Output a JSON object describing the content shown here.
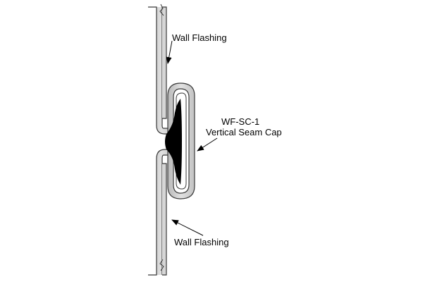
{
  "labels": {
    "wall_flashing_top": "Wall Flashing",
    "seam_cap_code": "WF-SC-1",
    "seam_cap_name": "Vertical Seam Cap",
    "wall_flashing_bottom": "Wall Flashing"
  },
  "colors": {
    "metal_fill": "#c9c9c9",
    "outline": "#3a3a3a",
    "sealant": "#000000",
    "background": "#ffffff"
  }
}
